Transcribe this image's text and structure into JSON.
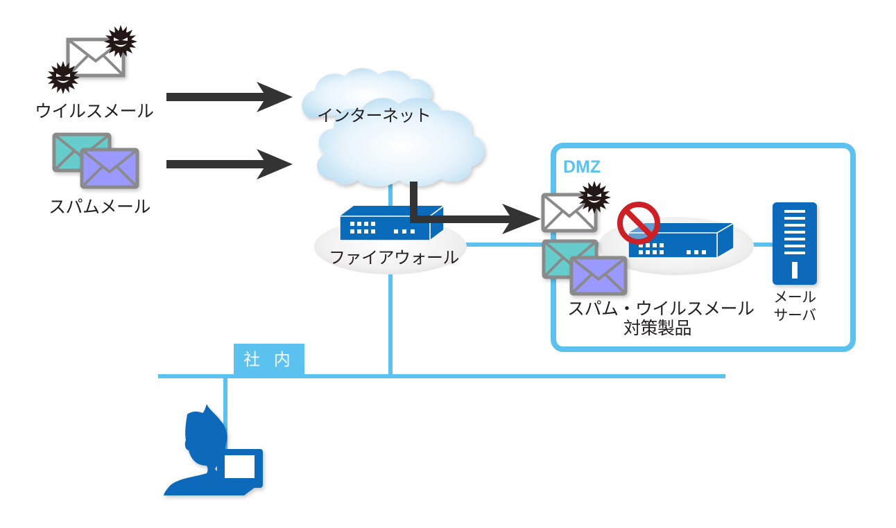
{
  "colors": {
    "network_line": "#5bc1ee",
    "device_blue": "#0b6bbb",
    "arrow": "#333333",
    "envelope_border": "#8a8a8a",
    "spam_envelope_1": "#66cccc",
    "spam_envelope_2": "#9999ff",
    "prohibit_red": "#cc1f26",
    "text": "#231f20"
  },
  "sources": {
    "virus_mail": {
      "label": "ウイルスメール",
      "icon": "virus-envelope-icon"
    },
    "spam_mail": {
      "label": "スパムメール",
      "icon": "spam-envelopes-icon"
    }
  },
  "internet": {
    "label": "インターネット",
    "icon": "cloud-icon"
  },
  "firewall": {
    "label": "ファイアウォール",
    "icon": "firewall-appliance-icon"
  },
  "dmz": {
    "label": "DMZ",
    "filter_product": {
      "label_line1": "スパム・ウイルスメール",
      "label_line2": "対策製品",
      "icon": "filter-appliance-icon",
      "block_icon": "prohibited-icon"
    },
    "mail_server": {
      "label_line1": "メール",
      "label_line2": "サーバ",
      "icon": "server-icon"
    }
  },
  "internal": {
    "label": "社 内",
    "user_icon": "user-with-laptop-icon"
  }
}
